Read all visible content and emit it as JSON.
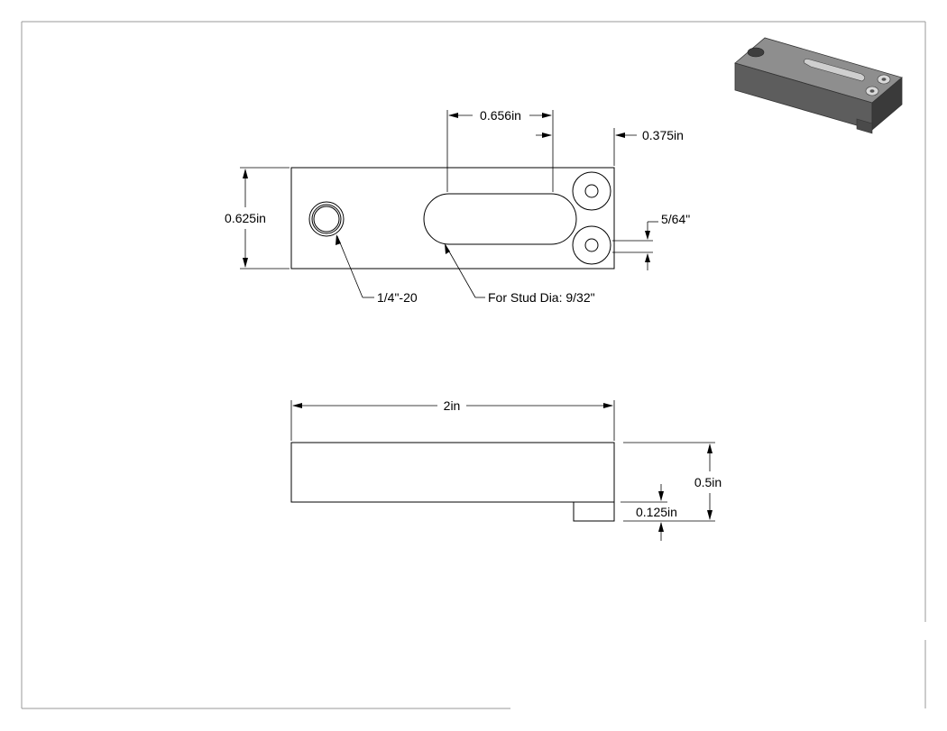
{
  "top_view": {
    "dim_slot_length": "0.656in",
    "dim_edge_offset": "0.375in",
    "dim_width": "0.625in",
    "dim_hole_gap": "5/64\"",
    "callout_thread": "1/4\"-20",
    "callout_slot": "For Stud Dia: 9/32\""
  },
  "side_view": {
    "dim_length": "2in",
    "dim_height": "0.5in",
    "dim_step": "0.125in"
  }
}
